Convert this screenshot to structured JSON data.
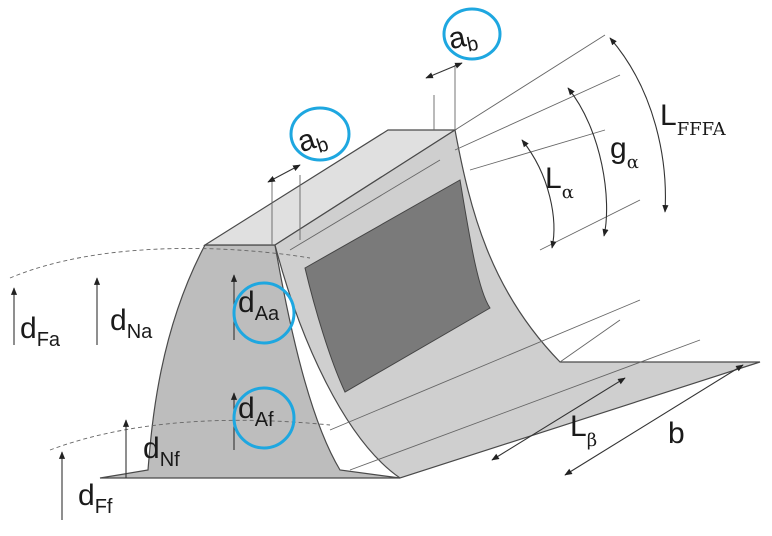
{
  "labels": {
    "ab_top": {
      "main": "a",
      "sub": "b"
    },
    "ab_mid": {
      "main": "a",
      "sub": "b"
    },
    "l_fffa": {
      "main": "L",
      "sub": "FFFA"
    },
    "g_alpha": {
      "main": "g",
      "sub": "α"
    },
    "l_alpha": {
      "main": "L",
      "sub": "α"
    },
    "d_fa": {
      "main": "d",
      "sub": "Fa"
    },
    "d_na": {
      "main": "d",
      "sub": "Na"
    },
    "d_aa": {
      "main": "d",
      "sub": "Aa"
    },
    "d_af": {
      "main": "d",
      "sub": "Af"
    },
    "d_nf": {
      "main": "d",
      "sub": "Nf"
    },
    "d_ff": {
      "main": "d",
      "sub": "Ff"
    },
    "l_beta": {
      "main": "L",
      "sub": "β"
    },
    "b": {
      "main": "b"
    }
  },
  "colors": {
    "highlight": "#1ea7e0",
    "flank_face": "#c7c7c7",
    "contact_zone": "#7a7a7a",
    "tooth_side": "#bdbdbd",
    "top_land": "#e0e0e0",
    "outline": "#4a4a4a"
  }
}
